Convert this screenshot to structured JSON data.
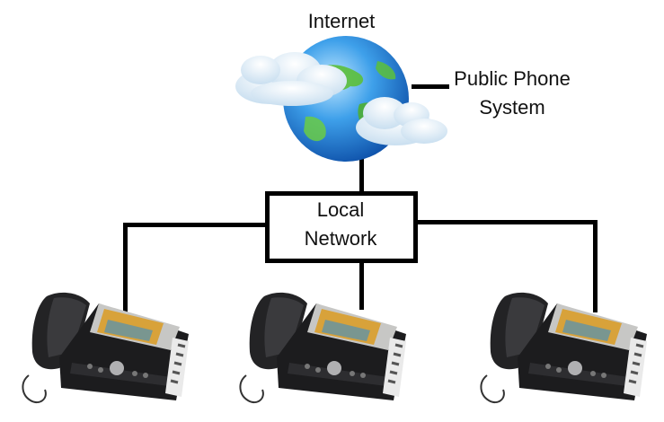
{
  "labels": {
    "internet": "Internet",
    "public_phone_system": [
      "Public Phone",
      "System"
    ],
    "local_network": [
      "Local",
      "Network"
    ]
  },
  "nodes": [
    {
      "id": "internet",
      "icon": "globe-with-clouds-icon"
    },
    {
      "id": "local-network",
      "icon": "box"
    },
    {
      "id": "phone-1",
      "icon": "ip-desk-phone-icon"
    },
    {
      "id": "phone-2",
      "icon": "ip-desk-phone-icon"
    },
    {
      "id": "phone-3",
      "icon": "ip-desk-phone-icon"
    }
  ],
  "edges": [
    [
      "internet",
      "public-phone-system"
    ],
    [
      "internet",
      "local-network"
    ],
    [
      "local-network",
      "phone-1"
    ],
    [
      "local-network",
      "phone-2"
    ],
    [
      "local-network",
      "phone-3"
    ]
  ],
  "colors": {
    "line": "#000000",
    "ocean": "#2a8fe0",
    "land": "#5cbf3a",
    "cloud": "#eaf4fb",
    "phone_body": "#1c1c1e",
    "phone_screen": "#d8a23a"
  }
}
